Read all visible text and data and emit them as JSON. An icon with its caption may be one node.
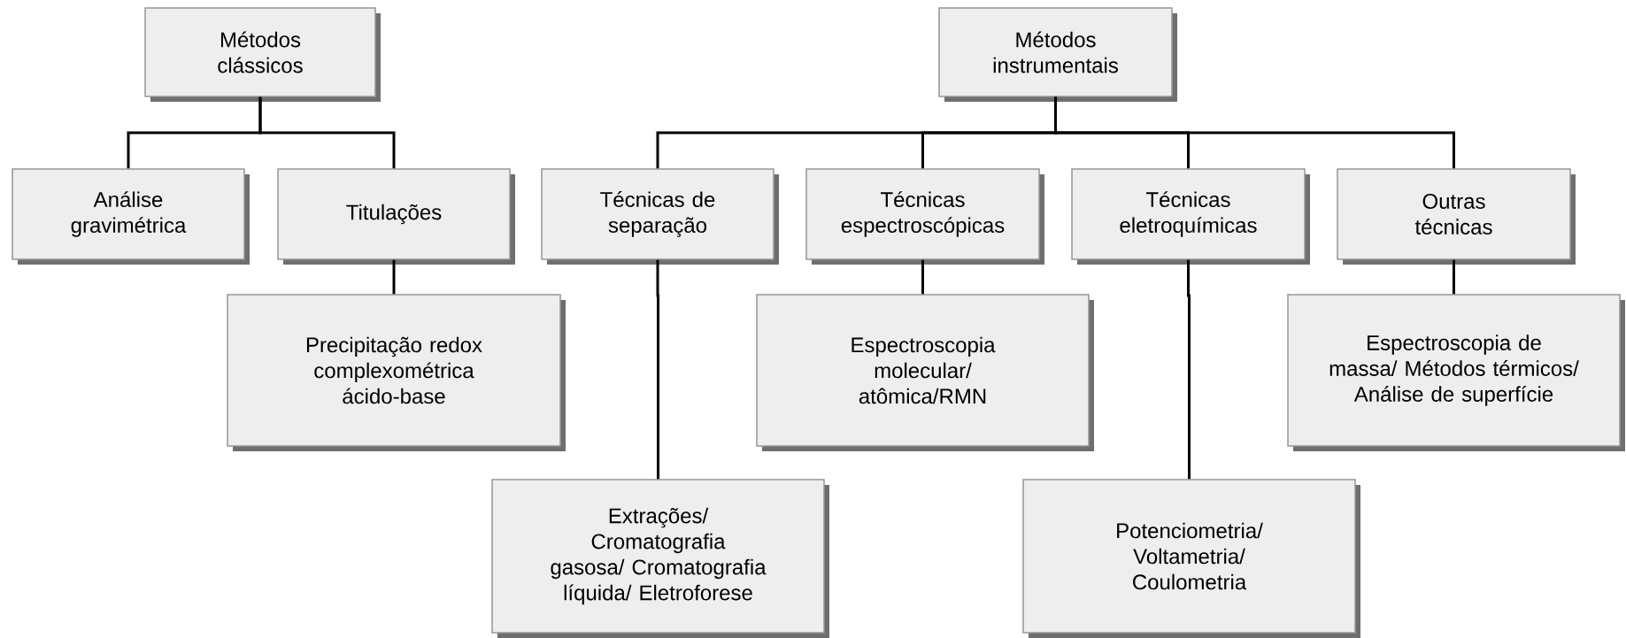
{
  "diagram": {
    "nodes": [
      {
        "text": [
          "Métodos clássicos"
        ]
      },
      {
        "text": [
          "Métodos instrumentais"
        ]
      },
      {
        "text": [
          "Análise gravimétrica"
        ]
      },
      {
        "text": [
          "Titulações"
        ]
      },
      {
        "text": [
          "Precipitação redox complexométrica ácido-base"
        ]
      },
      {
        "text": [
          "Técnicas de separação"
        ]
      },
      {
        "text": [
          "Técnicas espectroscópicas"
        ]
      },
      {
        "text": [
          "Técnicas eletroquímicas"
        ]
      },
      {
        "text": [
          "Outras técnicas"
        ]
      },
      {
        "text": [
          "Extrações/ Cromatografia gasosa/ Cromatografia líquida/ Eletroforese"
        ]
      },
      {
        "text": [
          "Espectroscopia molecular/ atômica/RMN"
        ]
      },
      {
        "text": [
          "Potenciometria/ Voltametria/ Coulometria"
        ]
      },
      {
        "text": [
          "Espectroscopia de massa/ Métodos térmicos/ Análise de superfície"
        ]
      }
    ],
    "edges": [
      {
        "from": 0,
        "to": 2,
        "arrow": "none"
      },
      {
        "from": 0,
        "to": 3,
        "arrow": "none"
      },
      {
        "from": 1,
        "to": 5,
        "arrow": "none"
      },
      {
        "from": 1,
        "to": 6,
        "arrow": "none"
      },
      {
        "from": 1,
        "to": 7,
        "arrow": "none"
      },
      {
        "from": 1,
        "to": 8,
        "arrow": "none"
      },
      {
        "from": 3,
        "to": 4,
        "arrow": "none"
      },
      {
        "from": 5,
        "to": 9,
        "arrow": "none"
      },
      {
        "from": 6,
        "to": 10,
        "arrow": "none"
      },
      {
        "from": 7,
        "to": 11,
        "arrow": "none"
      },
      {
        "from": 8,
        "to": 12,
        "arrow": "none"
      }
    ]
  }
}
